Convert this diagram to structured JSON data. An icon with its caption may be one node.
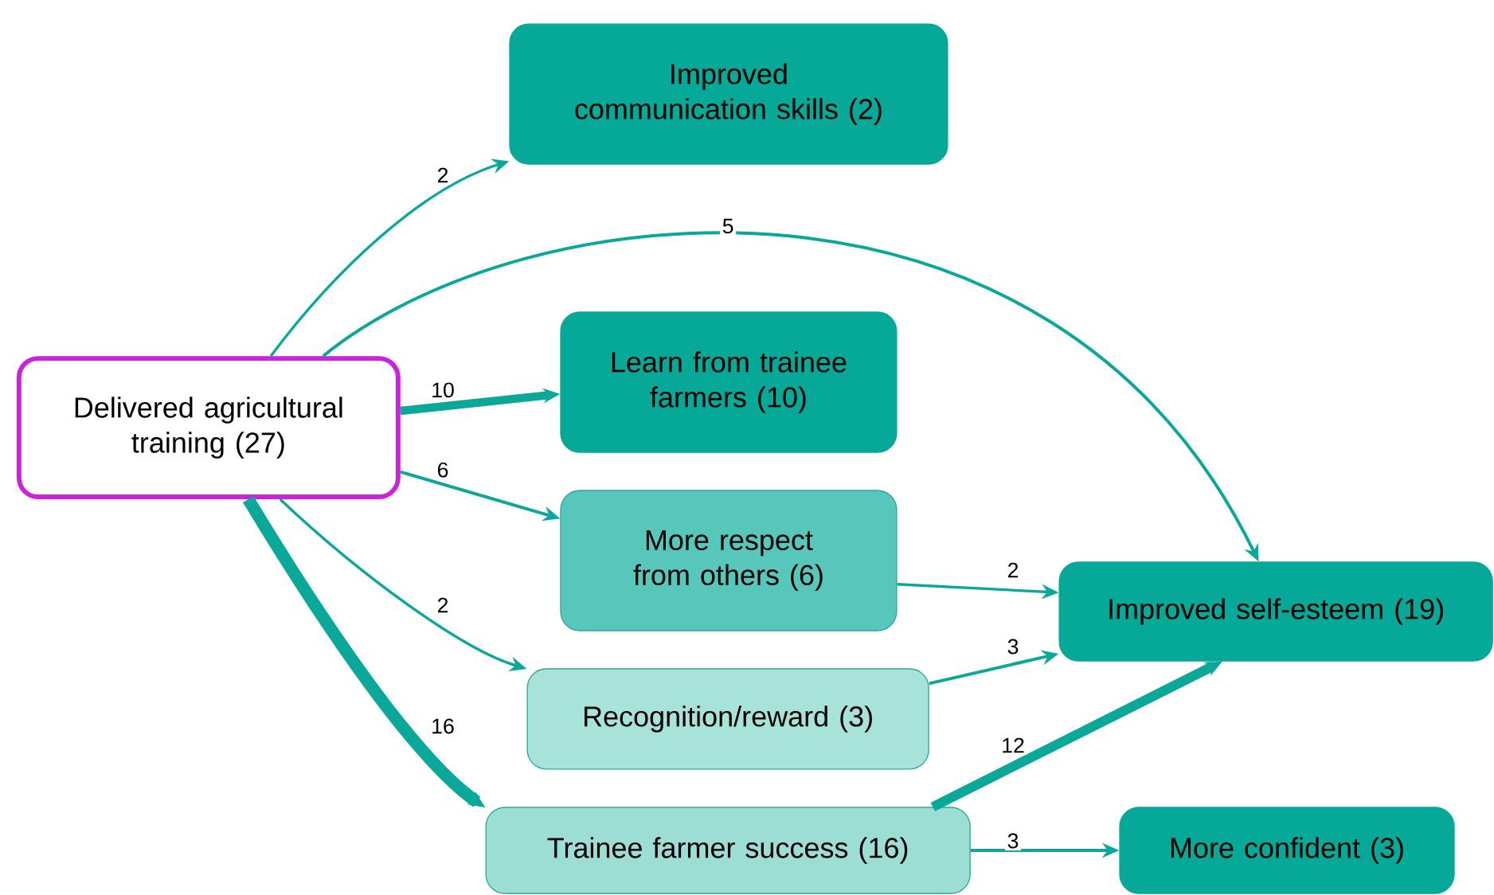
{
  "diagram": {
    "nodes": [
      {
        "text": [
          "Delivered agricultural training (27)"
        ]
      },
      {
        "text": [
          "Improved communication skills (2)"
        ]
      },
      {
        "text": [
          "Learn from trainee farmers (10)"
        ]
      },
      {
        "text": [
          "More respect from others (6)"
        ]
      },
      {
        "text": [
          "Recognition/reward (3)"
        ]
      },
      {
        "text": [
          "Trainee farmer success (16)"
        ]
      },
      {
        "text": [
          "Improved self-esteem (19)"
        ]
      },
      {
        "text": [
          "More confident (3)"
        ]
      }
    ],
    "edges": [
      {
        "from": 0,
        "to": 1,
        "arrow": "to",
        "label": "2"
      },
      {
        "from": 0,
        "to": 6,
        "arrow": "to",
        "label": "5"
      },
      {
        "from": 0,
        "to": 2,
        "arrow": "to",
        "label": "10",
        "style": "thick"
      },
      {
        "from": 0,
        "to": 3,
        "arrow": "to",
        "label": "6"
      },
      {
        "from": 0,
        "to": 4,
        "arrow": "to",
        "label": "2"
      },
      {
        "from": 0,
        "to": 5,
        "arrow": "to",
        "label": "16",
        "style": "thick"
      },
      {
        "from": 3,
        "to": 6,
        "arrow": "to",
        "label": "2"
      },
      {
        "from": 4,
        "to": 6,
        "arrow": "to",
        "label": "3"
      },
      {
        "from": 5,
        "to": 6,
        "arrow": "to",
        "label": "12",
        "style": "thick"
      },
      {
        "from": 5,
        "to": 7,
        "arrow": "to",
        "label": "3"
      }
    ]
  }
}
